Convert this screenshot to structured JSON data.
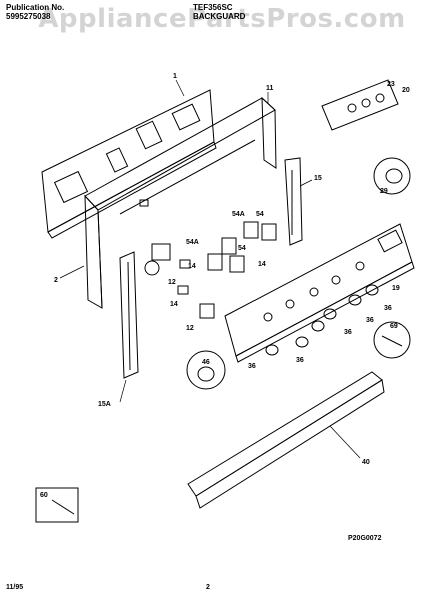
{
  "header": {
    "publication_label": "Publication No.",
    "publication_number": "5995275038",
    "model": "TEF356SC",
    "section": "BACKGUARD"
  },
  "watermark": "AppliancePartsPros.com",
  "callouts": {
    "c1": "1",
    "c11": "11",
    "c23": "23",
    "c20": "20",
    "c15": "15",
    "c29": "29",
    "c54a_top": "54A",
    "c54_top": "54",
    "c54a_left": "54A",
    "c54_mid": "54",
    "c14_a": "14",
    "c14_b": "14",
    "c12_a": "12",
    "c12_b": "12",
    "c14_c": "14",
    "c2": "2",
    "c19": "19",
    "c36_a": "36",
    "c36_b": "36",
    "c36_c": "36",
    "c36_d": "36",
    "c36_e": "36",
    "c69": "69",
    "c46": "46",
    "c15a": "15A",
    "c40": "40",
    "c60": "60"
  },
  "diagram_code": "P20G0072",
  "footer": {
    "date": "11/95",
    "page": "2"
  }
}
